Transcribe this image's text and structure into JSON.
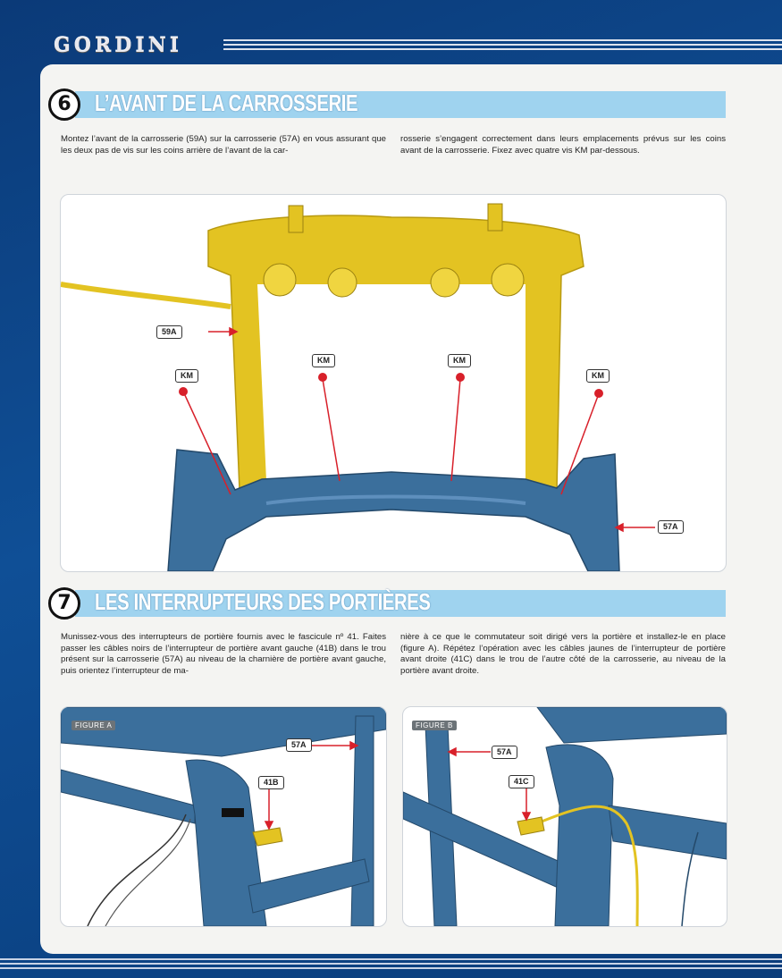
{
  "brand": {
    "logo": "GORDINI"
  },
  "section6": {
    "number": "6",
    "title": "L’AVANT DE LA CARROSSERIE",
    "text_left": "Montez l’avant de la carrosserie (59A) sur la carrosserie (57A) en vous assurant que les deux pas de vis sur les coins arrière de l’avant de la car-",
    "text_right": "rosserie s’engagent correctement dans leurs emplacements prévus sur les coins avant de la carrosserie. Fixez avec quatre vis KM par-dessous.",
    "labels": {
      "part_front": "59A",
      "part_body": "57A",
      "screw": "KM"
    }
  },
  "section7": {
    "number": "7",
    "title": "LES INTERRUPTEURS DES PORTIÈRES",
    "text_left": "Munissez-vous des interrupteurs de portière fournis avec le fascicule nº 41. Faites passer les câbles noirs de l’interrupteur de portière avant gauche (41B) dans le trou présent sur la carrosserie (57A) au niveau de la charnière de portière avant gauche, puis orientez l’interrupteur de ma-",
    "text_right": "nière à ce que le commutateur soit dirigé vers la portière et installez-le en place (figure A). Répétez l’opération avec les câbles jaunes de l’interrupteur de portière avant droite (41C) dans le trou de l’autre côté de la carrosserie, au niveau de la portière avant droite.",
    "figure_a": {
      "tag": "FIGURE A",
      "label_body": "57A",
      "label_switch": "41B"
    },
    "figure_b": {
      "tag": "FIGURE B",
      "label_body": "57A",
      "label_switch": "41C"
    }
  },
  "colors": {
    "body_blue": "#3b6f9c",
    "part_yellow": "#e3c322",
    "band": "#9fd3ef",
    "arrow": "#d8202a"
  }
}
